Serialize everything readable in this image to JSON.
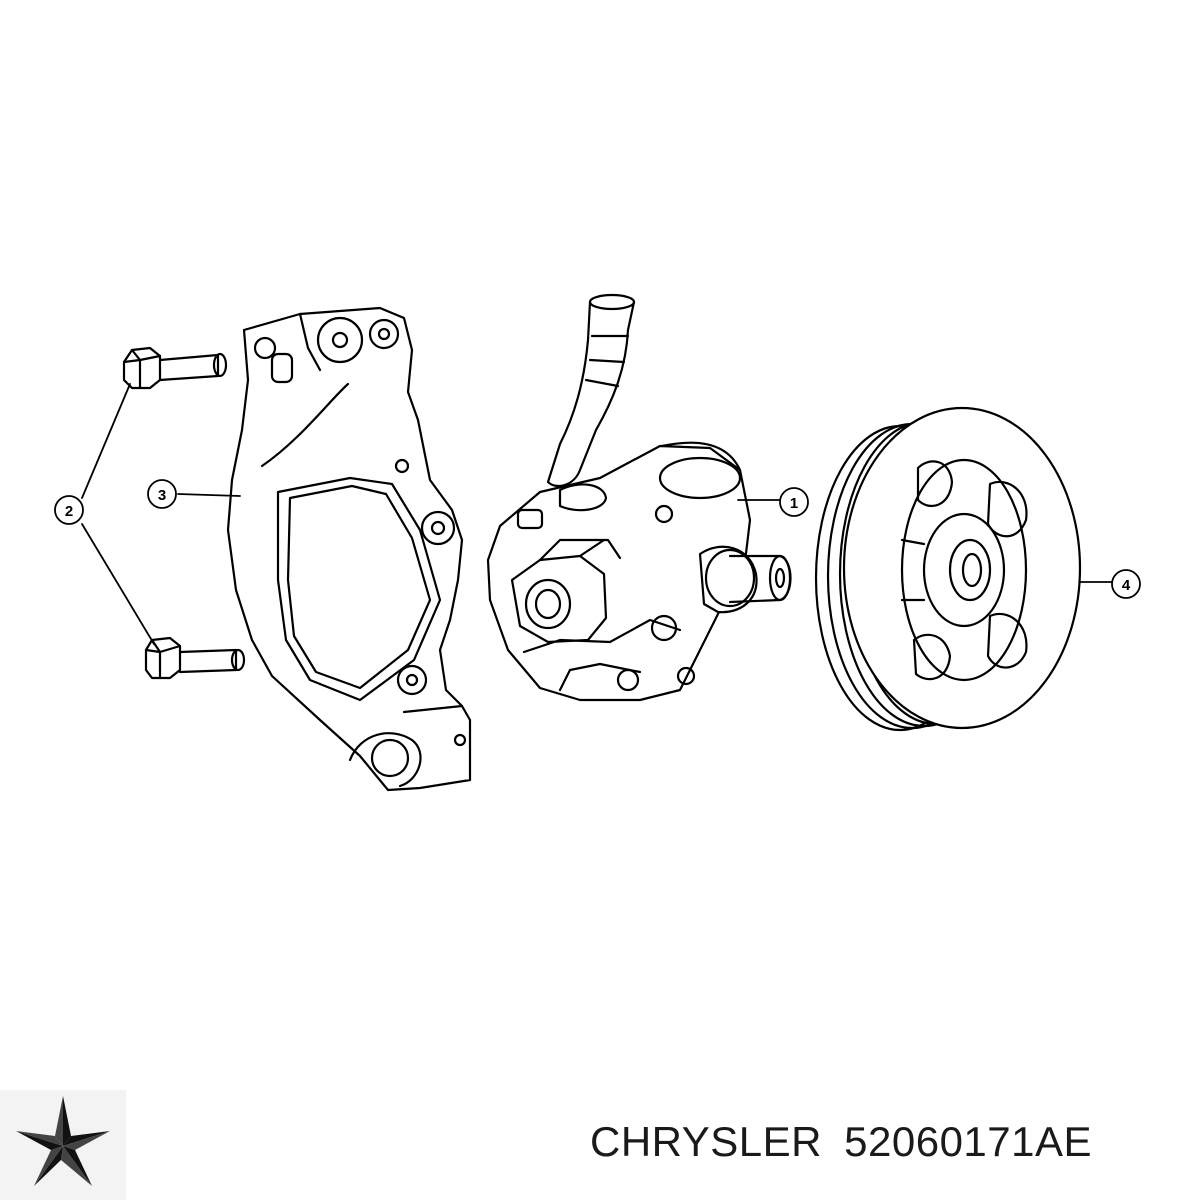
{
  "callouts": [
    {
      "id": "1",
      "label": "1"
    },
    {
      "id": "2",
      "label": "2"
    },
    {
      "id": "3",
      "label": "3"
    },
    {
      "id": "4",
      "label": "4"
    }
  ],
  "caption": {
    "brand": "CHRYSLER",
    "part_number": "52060171AE"
  },
  "logo": {
    "icon": "pentastar-icon",
    "color": "#111111"
  },
  "colors": {
    "line": "#000000",
    "background": "#ffffff"
  }
}
